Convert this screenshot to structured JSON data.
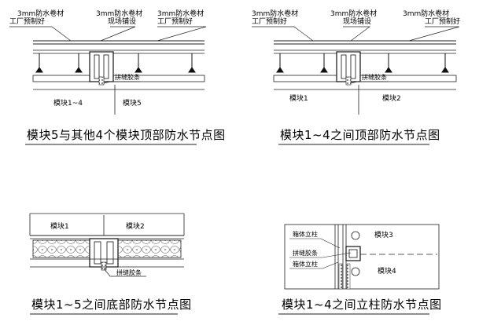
{
  "details": [
    {
      "caption": "模块5与其他4个模块顶部防水节点图",
      "labels": {
        "factory_left": "3mm防水卷材\n工厂预制好",
        "site": "3mm防水卷材\n现场铺设",
        "factory_right": "3mm防水卷材\n工厂预制好",
        "sealant": "拼缝胶条",
        "module_a": "模块1~4",
        "module_b": "模块5"
      }
    },
    {
      "caption": "模块1~4之间顶部防水节点图",
      "labels": {
        "factory_left": "3mm防水卷材\n工厂预制好",
        "site": "3mm防水卷材\n现场铺设",
        "factory_right": "3mm防水卷材\n工厂预制好",
        "sealant": "拼缝胶条",
        "module_a": "模块1",
        "module_b": "模块2"
      }
    },
    {
      "caption": "模块1~5之间底部防水节点图",
      "labels": {
        "module_a": "模块1",
        "module_b": "模块2",
        "sealant": "拼缝胶条"
      }
    },
    {
      "caption": "模块1~4之间立柱防水节点图",
      "labels": {
        "column_top": "箱体立柱",
        "sealant": "拼缝胶条",
        "column_bottom": "箱体立柱",
        "module_a": "模块3",
        "module_b": "模块4"
      }
    }
  ]
}
